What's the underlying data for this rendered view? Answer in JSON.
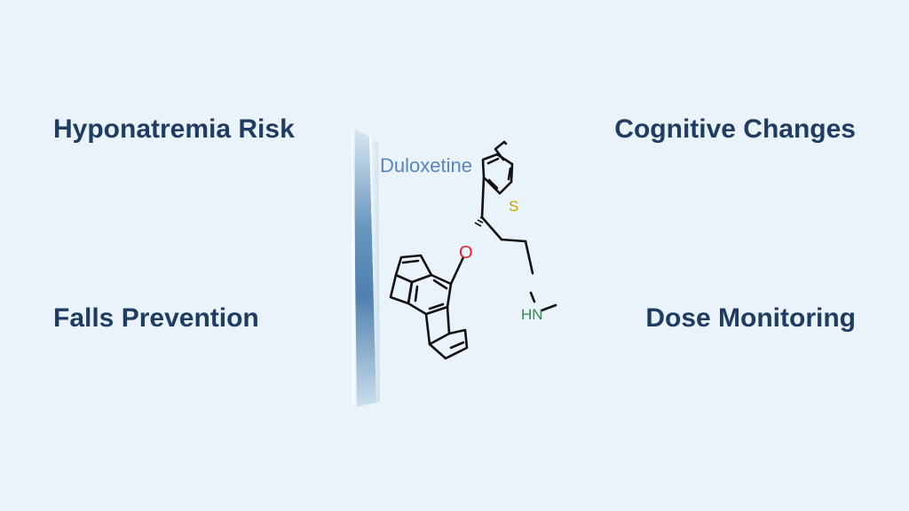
{
  "topics": {
    "top_left": "Hyponatremia Risk",
    "top_right": "Cognitive Changes",
    "bottom_left": "Falls Prevention",
    "bottom_right": "Dose Monitoring"
  },
  "molecule": {
    "name": "Duloxetine",
    "atom_oxygen": "O",
    "atom_sulfur": "S",
    "atom_amine": "HN"
  },
  "colors": {
    "topic_text": "#1f3d63",
    "background": "#e9f3f9",
    "oxygen": "#e8202a",
    "sulfur": "#c9a400",
    "nitrogen": "#2f8a4e",
    "name_text": "#3e72b0"
  }
}
